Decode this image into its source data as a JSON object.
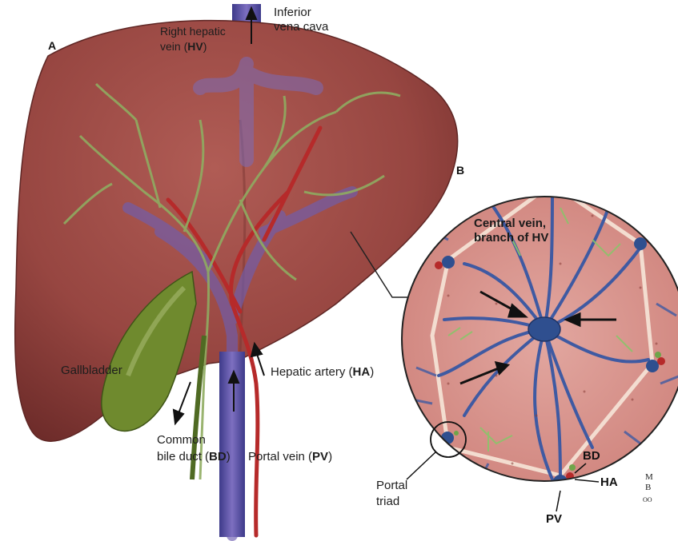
{
  "panels": {
    "a": "A",
    "b": "B"
  },
  "labels": {
    "ivc_line1": "Inferior",
    "ivc_line2": "vena cava",
    "rhv_line1": "Right hepatic",
    "rhv_line2_pre": "vein (",
    "rhv_line2_abbr": "HV",
    "rhv_line2_post": ")",
    "gallbladder": "Gallbladder",
    "ha_pre": "Hepatic artery (",
    "ha_abbr": "HA",
    "ha_post": ")",
    "cbd_line1": "Common",
    "cbd_line2_pre": "bile duct (",
    "cbd_line2_abbr": "BD",
    "cbd_line2_post": ")",
    "pv_pre": "Portal vein (",
    "pv_abbr": "PV",
    "pv_post": ")",
    "central_line1": "Central vein,",
    "central_line2": "branch of HV",
    "portal_triad_line1": "Portal",
    "portal_triad_line2": "triad",
    "inset_bd": "BD",
    "inset_ha": "HA",
    "inset_pv": "PV",
    "mark1": "M",
    "mark2": "B",
    "mark3": "OO"
  },
  "colors": {
    "liver": "#9b4a45",
    "liver_dark": "#6e2c2a",
    "vein_blue": "#5c4f9c",
    "artery_red": "#b62a2a",
    "bile_green": "#7d9a52",
    "gallbladder": "#6f8a2e",
    "lobule_bg": "#d99590",
    "central_vein": "#2f4f8f"
  }
}
